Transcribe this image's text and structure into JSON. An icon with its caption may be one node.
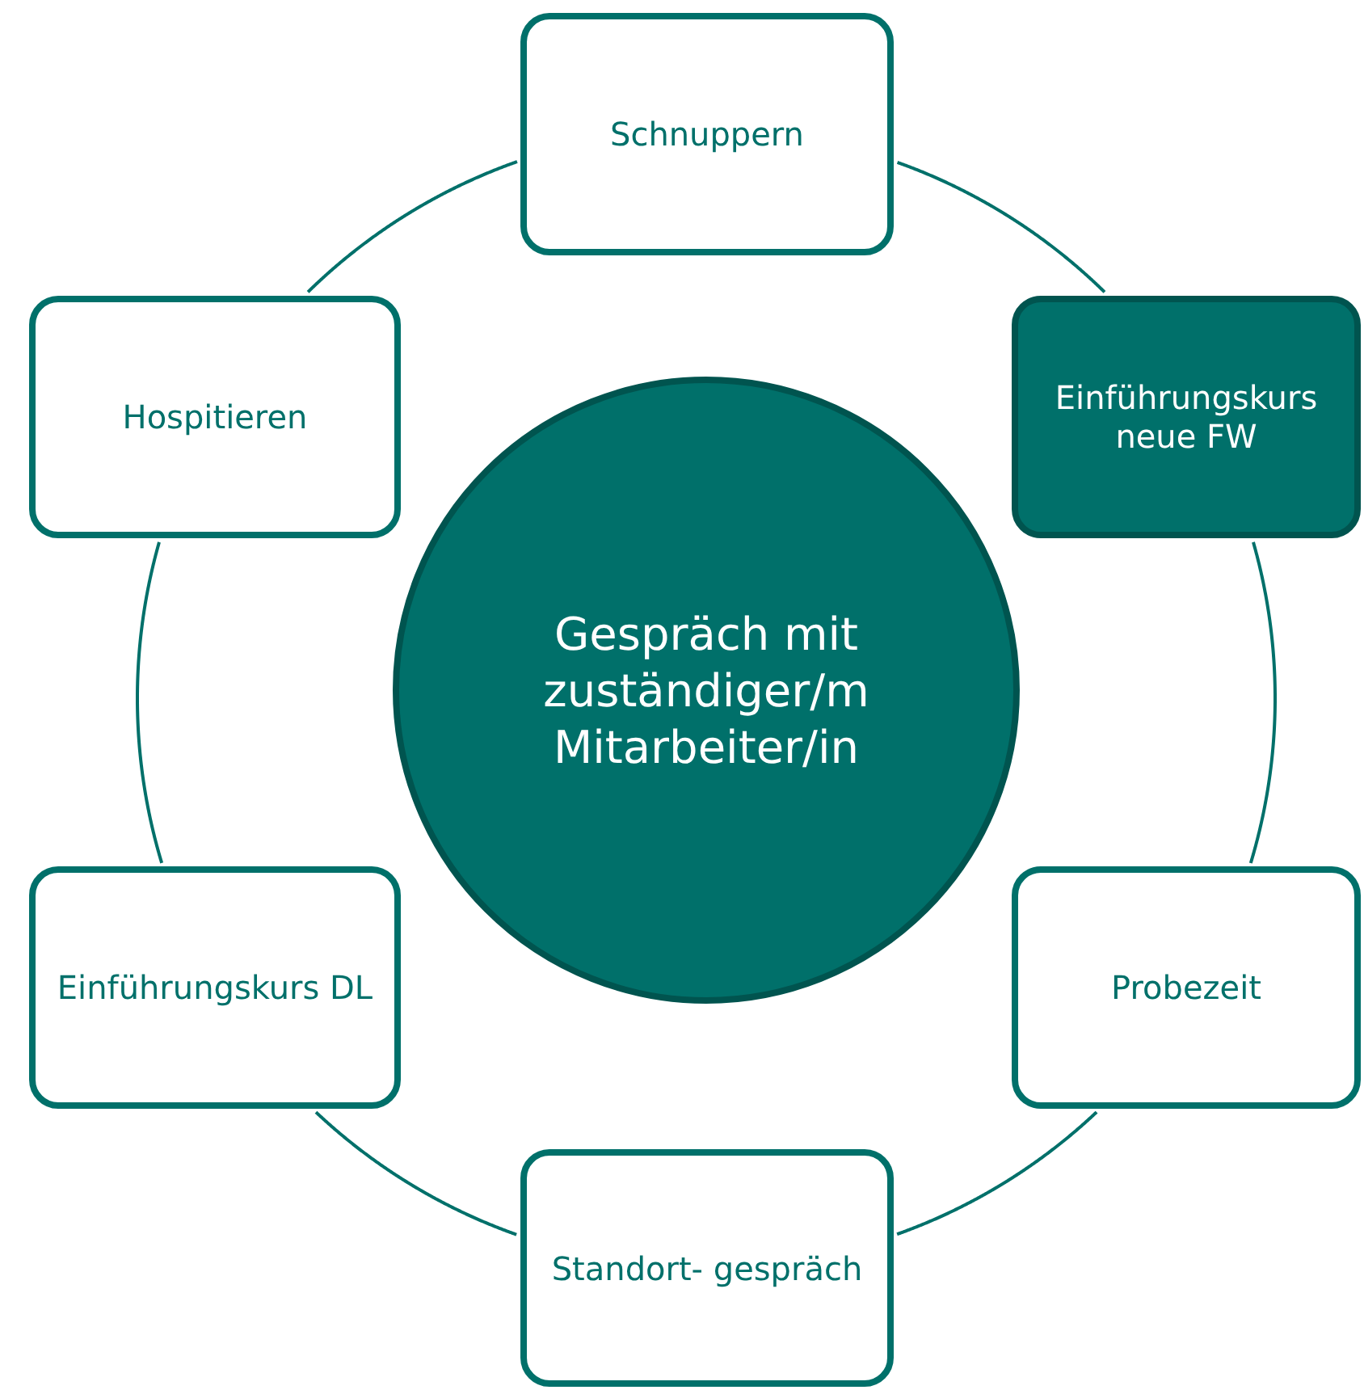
{
  "diagram": {
    "nodes": [
      {
        "text": [
          "Schnuppern"
        ]
      },
      {
        "text": [
          "Hospitieren"
        ]
      },
      {
        "text": [
          "Einführungskurs neue FW"
        ]
      },
      {
        "text": [
          "Gespräch mit zuständiger/m Mitarbeiter/in"
        ]
      },
      {
        "text": [
          "Einführungskurs DL"
        ]
      },
      {
        "text": [
          "Probezeit"
        ]
      },
      {
        "text": [
          "Standort- gespräch"
        ]
      }
    ],
    "edges": [
      {
        "from": 0,
        "to": 2,
        "arrow": "none"
      },
      {
        "from": 2,
        "to": 5,
        "arrow": "none"
      },
      {
        "from": 5,
        "to": 6,
        "arrow": "none"
      },
      {
        "from": 6,
        "to": 4,
        "arrow": "none"
      },
      {
        "from": 4,
        "to": 1,
        "arrow": "none"
      },
      {
        "from": 1,
        "to": 0,
        "arrow": "none"
      }
    ]
  }
}
